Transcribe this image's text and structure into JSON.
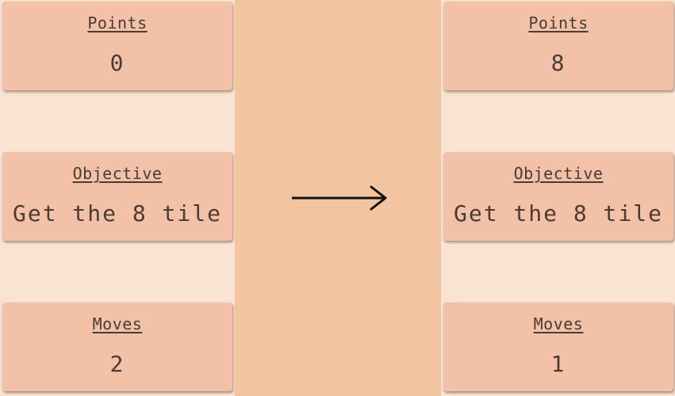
{
  "before": {
    "points": {
      "label": "Points",
      "value": "0"
    },
    "objective": {
      "label": "Objective",
      "value": "Get the 8 tile"
    },
    "moves": {
      "label": "Moves",
      "value": "2"
    }
  },
  "after": {
    "points": {
      "label": "Points",
      "value": "8"
    },
    "objective": {
      "label": "Objective",
      "value": "Get the 8 tile"
    },
    "moves": {
      "label": "Moves",
      "value": "1"
    }
  },
  "transition_icon": "right-arrow-icon",
  "colors": {
    "background": "#f9e3d3",
    "middle_panel": "#f3c4a0",
    "card": "#f2c1a8",
    "text": "#4a3b33"
  }
}
